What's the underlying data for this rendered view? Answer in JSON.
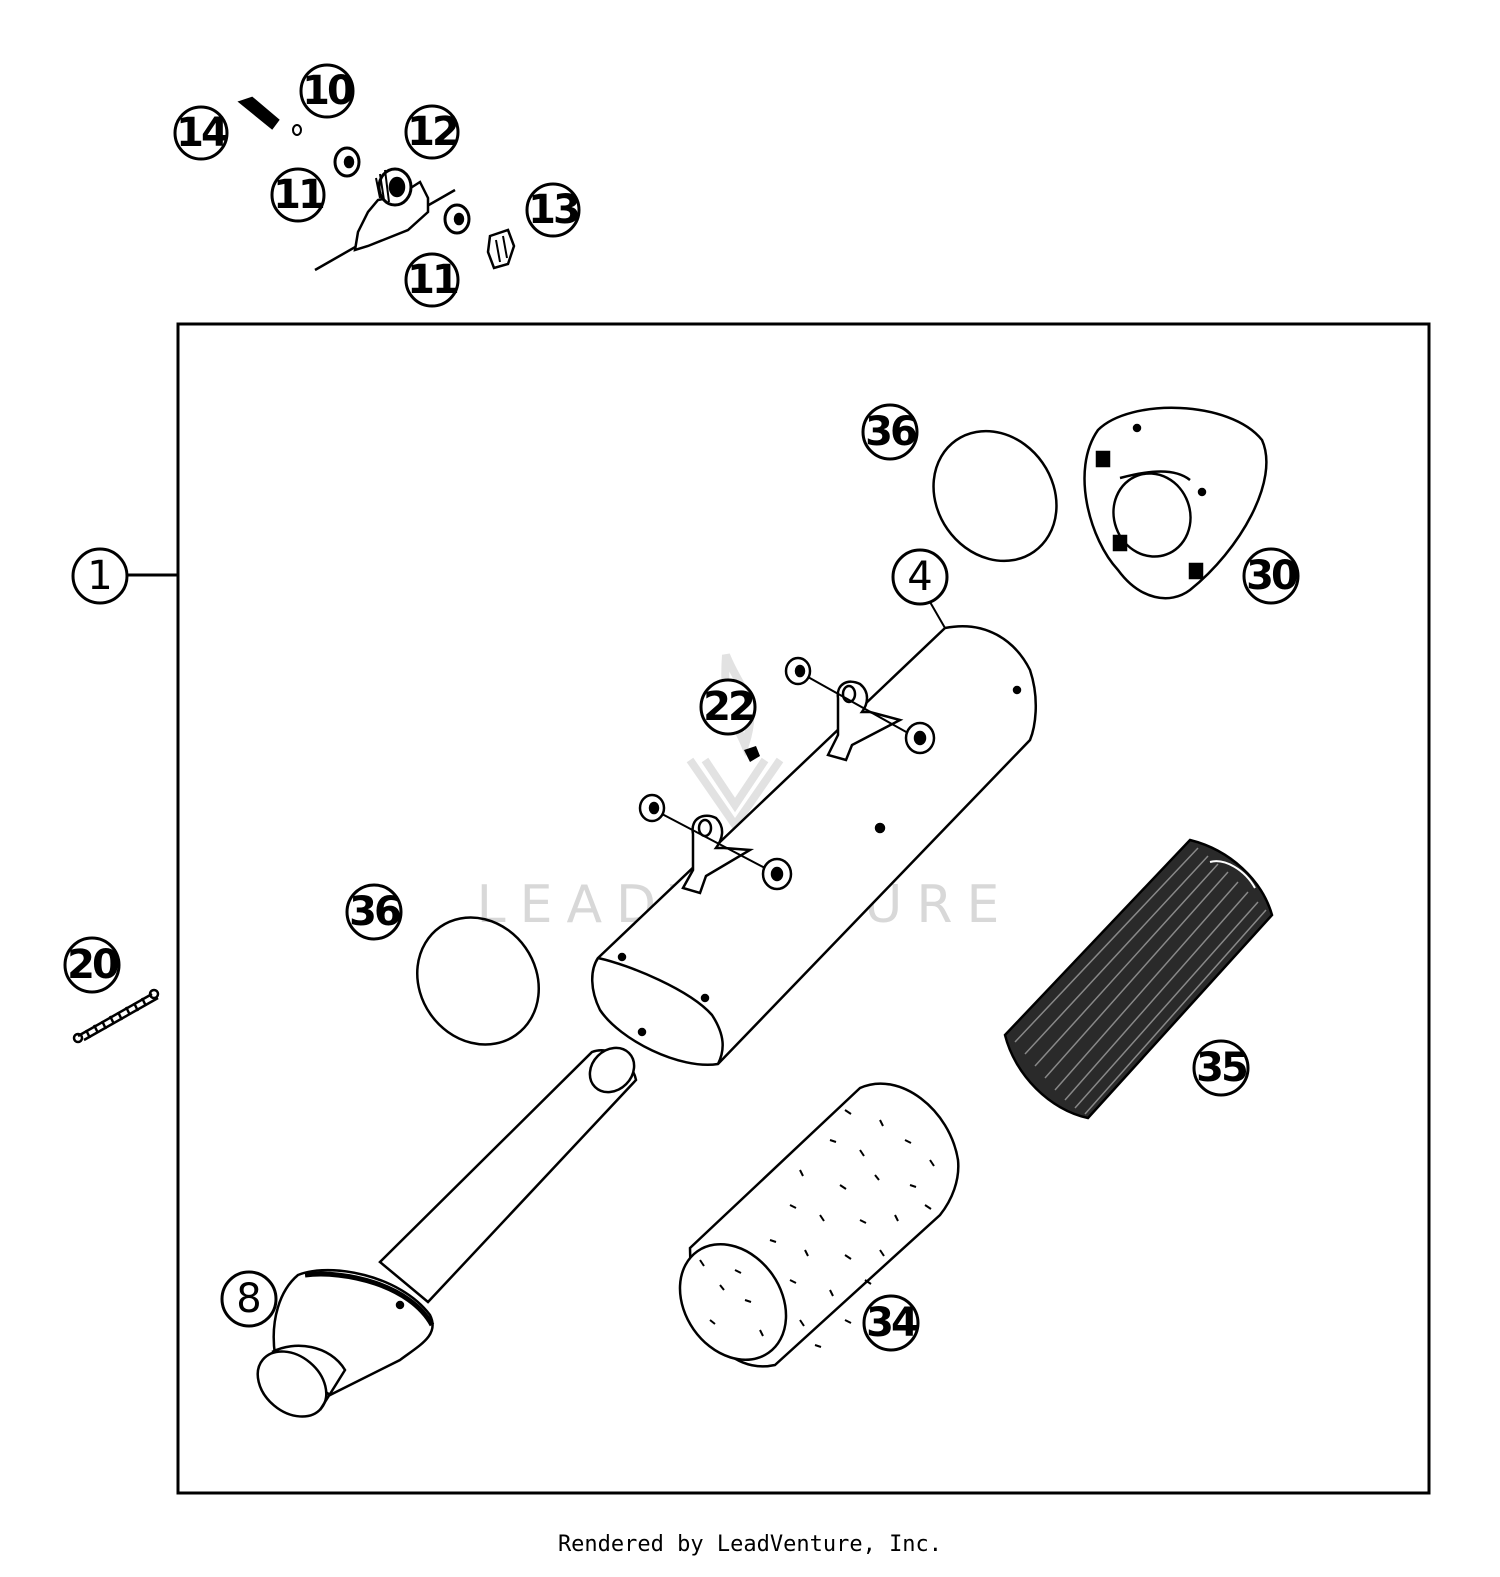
{
  "callouts": {
    "c1": "1",
    "c4": "4",
    "c8": "8",
    "c10": "10",
    "c11a": "11",
    "c11b": "11",
    "c12": "12",
    "c13": "13",
    "c14": "14",
    "c20": "20",
    "c22": "22",
    "c30": "30",
    "c34": "34",
    "c35": "35",
    "c36a": "36",
    "c36b": "36"
  },
  "watermark": "LEADVENTURE",
  "footer": "Rendered by LeadVenture, Inc."
}
